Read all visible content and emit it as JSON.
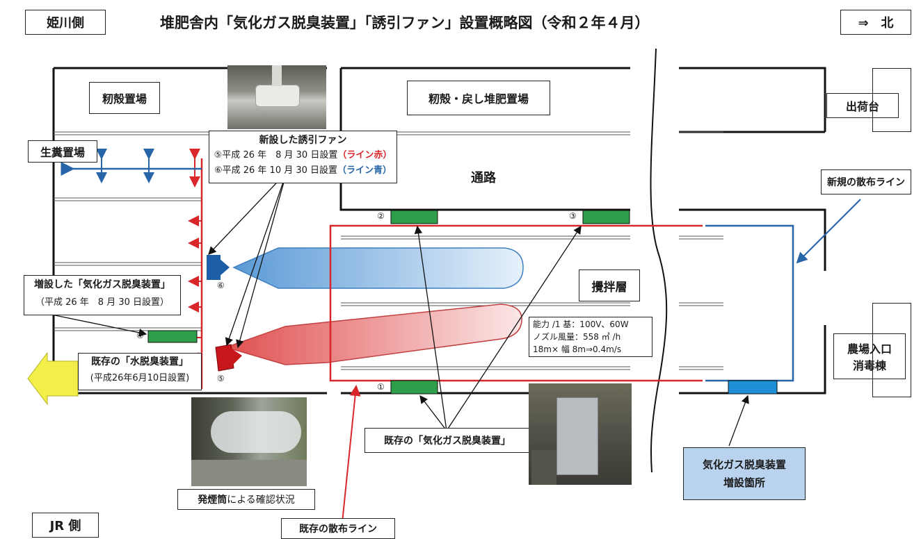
{
  "title": "堆肥舎内「気化ガス脱臭装置」「誘引ファン」設置概略図（令和２年４月）",
  "corner_labels": {
    "top_left": "姫川側",
    "top_right": "⇒　北",
    "bottom_left": "JR 側"
  },
  "areas": {
    "rice_husk_storage": "籾殻置場",
    "husk_compost_storage": "籾殻・戻し堆肥置場",
    "shipping_platform": "出荷台",
    "manure_storage": "生糞置場",
    "passage": "通路",
    "mixing_layer": "攪拌層",
    "farm_entrance_line1": "農場入口",
    "farm_entrance_line2": "消毒棟"
  },
  "fan_box": {
    "title": "新設した誘引ファン",
    "line5_text": "⑤平成 26 年　8 月 30 日設置",
    "line5_tag": "（ライン赤）",
    "line6_text": "⑥平成 26 年 10 月 30 日設置",
    "line6_tag": "（ライン青）"
  },
  "added_device": {
    "title": "増設した「気化ガス脱臭装置」",
    "date": "（平成 26 年　8 月 30 日設置）"
  },
  "water_device": {
    "title": "既存の「水脱臭装置」",
    "date": "(平成26年6月10日設置)"
  },
  "specs": {
    "line1": "能力 /1 基：100V、60W",
    "line2": "ノズル風量：558 ㎥ /h",
    "line3": "18m× 幅 8m⇒0.4m/s"
  },
  "callouts": {
    "existing_vapor_device": "既存の「気化ガス脱臭装置」",
    "new_spray_line": "新規の散布ライン",
    "existing_spray_line": "既存の散布ライン",
    "smoke_check": "発煙筒による確認状況",
    "smoke_check_bold": "発煙筒",
    "vapor_addition_line1": "気化ガス脱臭装置",
    "vapor_addition_line2": "増設箇所"
  },
  "markers": {
    "m1": "①",
    "m2": "②",
    "m3": "③",
    "m4": "④",
    "m5": "⑤",
    "m6": "⑥"
  },
  "colors": {
    "red_line": "#d9262b",
    "blue_line": "#2565a8",
    "device_green": "#2e9e4a",
    "addition_box": "#b9d3ee",
    "exit_arrow": "#f2ee4a"
  }
}
